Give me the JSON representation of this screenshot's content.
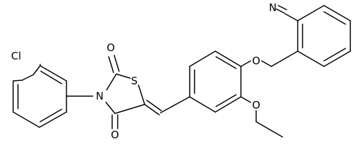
{
  "molecule": {
    "atom_labels": {
      "chlorine": "Cl",
      "nitrogen": "N",
      "sulfur": "S",
      "oxygen_carbonyl_c2": "O",
      "oxygen_carbonyl_c4": "O",
      "oxygen_ether_benzyl": "O",
      "oxygen_ether_ethoxy": "O",
      "nitrogen_nitrile": "N"
    }
  },
  "colors": {
    "bond": "#000000",
    "label": "#000000",
    "background": "#ffffff"
  }
}
